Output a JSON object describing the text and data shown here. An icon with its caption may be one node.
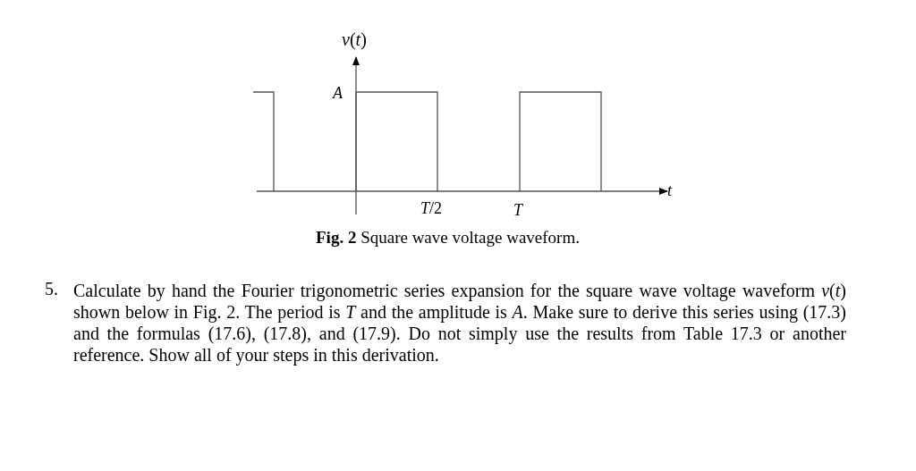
{
  "diagram": {
    "caption": "**Fig. 2** Square wave voltage waveform.",
    "labels": [
      "*v*(*t*)",
      "*A*",
      "*T*/2",
      "*T*",
      "*t*",
      "5.",
      "Calculate by hand the Fourier trigonometric series expansion for the square wave voltage waveform *v*(*t*) shown below in Fig. 2. The period is *T* and the amplitude is *A*. Make sure to derive this series using (17.3) and the formulas (17.6), (17.8), and (17.9). Do not simply use the results from Table 17.3 or another reference. Show all of your steps in this derivation."
    ]
  }
}
